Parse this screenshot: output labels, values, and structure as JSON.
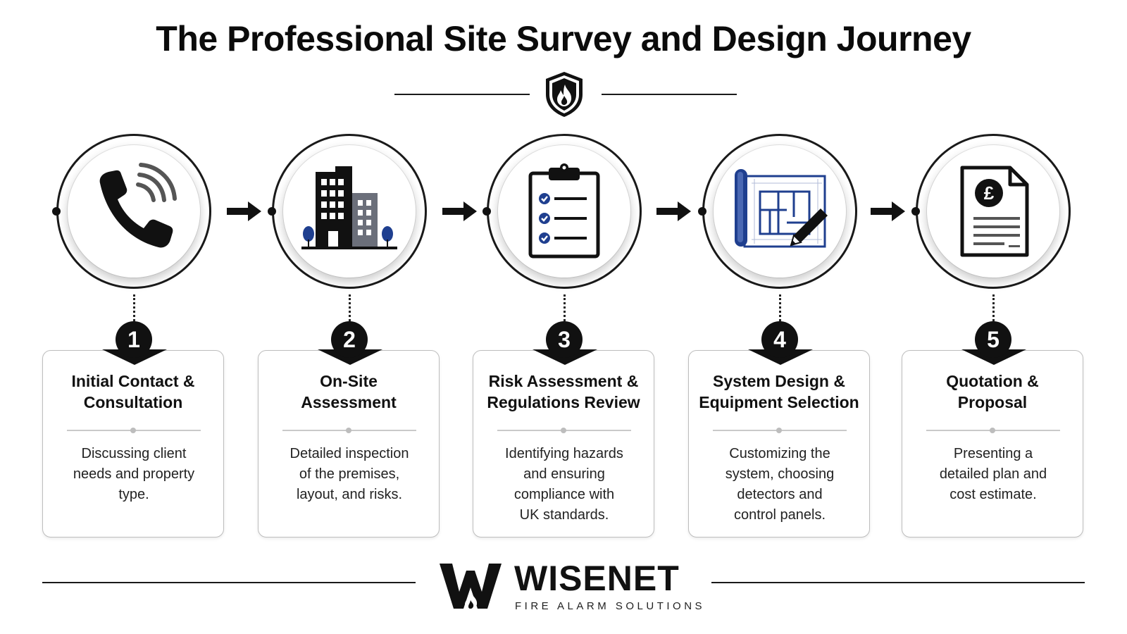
{
  "title": "The Professional Site Survey and Design Journey",
  "icons": {
    "header": "shield-flame-icon",
    "step1": "phone-icon",
    "step2": "building-icon",
    "step3": "clipboard-checklist-icon",
    "step4": "blueprint-pencil-icon",
    "step5": "pound-document-icon"
  },
  "steps": [
    {
      "number": "1",
      "title_line1": "Initial Contact &",
      "title_line2": "Consultation",
      "desc_line1": "Discussing client",
      "desc_line2": "needs and property",
      "desc_line3": "type.",
      "desc_line4": ""
    },
    {
      "number": "2",
      "title_line1": "On-Site",
      "title_line2": "Assessment",
      "desc_line1": "Detailed inspection",
      "desc_line2": "of the premises,",
      "desc_line3": "layout, and risks.",
      "desc_line4": ""
    },
    {
      "number": "3",
      "title_line1": "Risk Assessment &",
      "title_line2": "Regulations Review",
      "desc_line1": "Identifying hazards",
      "desc_line2": "and ensuring",
      "desc_line3": "compliance with",
      "desc_line4": "UK standards."
    },
    {
      "number": "4",
      "title_line1": "System Design &",
      "title_line2": "Equipment Selection",
      "desc_line1": "Customizing the",
      "desc_line2": "system, choosing",
      "desc_line3": "detectors and",
      "desc_line4": "control panels."
    },
    {
      "number": "5",
      "title_line1": "Quotation &",
      "title_line2": "Proposal",
      "desc_line1": "Presenting a",
      "desc_line2": "detailed plan and",
      "desc_line3": "cost estimate.",
      "desc_line4": ""
    }
  ],
  "pound_symbol": "£",
  "logo": {
    "name": "WISENET",
    "tagline": "FIRE ALARM SOLUTIONS"
  },
  "colors": {
    "accent_blue": "#1f3f8f",
    "ink": "#111111"
  }
}
